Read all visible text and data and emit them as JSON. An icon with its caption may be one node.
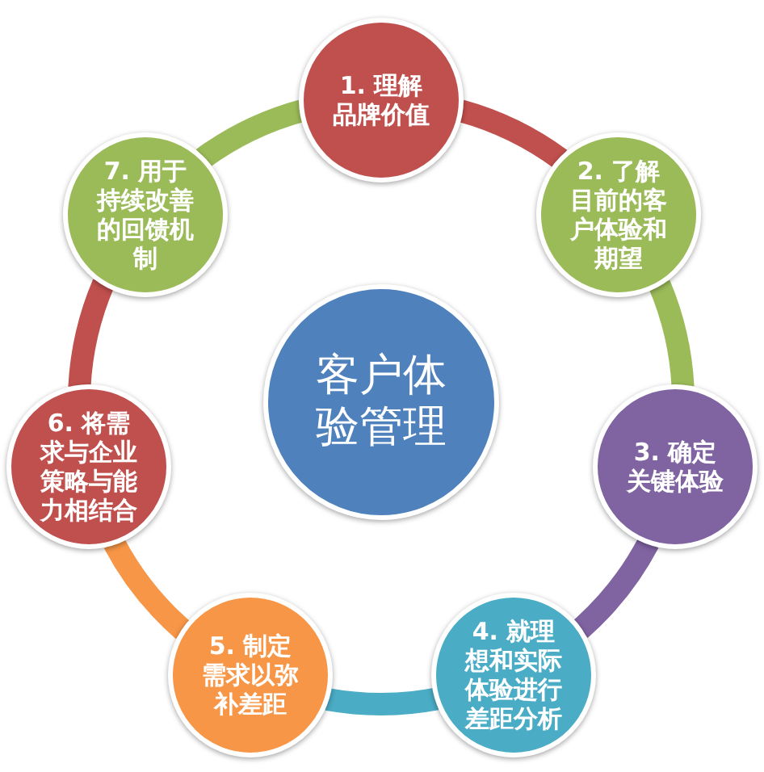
{
  "diagram": {
    "nodes": [
      {
        "text": [
          "客户体验管理"
        ]
      },
      {
        "text": [
          "1. 理解品牌价值"
        ]
      },
      {
        "text": [
          "2. 了解目前的客户体验和期望"
        ]
      },
      {
        "text": [
          "3. 确定关键体验"
        ]
      },
      {
        "text": [
          "4. 就理想和实际体验进行差距分析"
        ]
      },
      {
        "text": [
          "5. 制定需求以弥补差距"
        ]
      },
      {
        "text": [
          "6. 将需求与企业策略与能力相结合"
        ]
      },
      {
        "text": [
          "7. 用于持续改善的回馈机制"
        ]
      }
    ],
    "edges": [
      {
        "from": 1,
        "to": 2,
        "arrow": "none",
        "color": "#c0504d"
      },
      {
        "from": 2,
        "to": 3,
        "arrow": "none",
        "color": "#9bbb59"
      },
      {
        "from": 3,
        "to": 4,
        "arrow": "none",
        "color": "#8064a2"
      },
      {
        "from": 4,
        "to": 5,
        "arrow": "none",
        "color": "#4bacc6"
      },
      {
        "from": 5,
        "to": 6,
        "arrow": "none",
        "color": "#f79646"
      },
      {
        "from": 6,
        "to": 7,
        "arrow": "none",
        "color": "#c0504d"
      },
      {
        "from": 7,
        "to": 1,
        "arrow": "none",
        "color": "#9bbb59"
      }
    ]
  }
}
